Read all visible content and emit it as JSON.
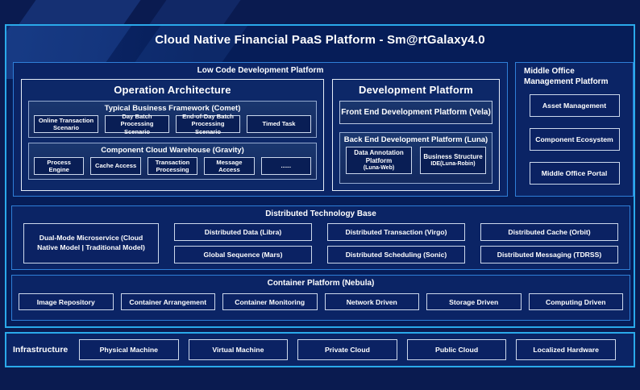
{
  "title": "Cloud Native Financial PaaS Platform - Sm@rtGalaxy4.0",
  "colors": {
    "accent_cyan": "#2aa9ea",
    "section_border_blue": "#2f7fd8",
    "panel_navy": "#061d58",
    "leaf_navy": "#091e55",
    "text": "#ffffff"
  },
  "lowcode": {
    "label": "Low Code Development Platform",
    "operation": {
      "title": "Operation Architecture",
      "tbf": {
        "label": "Typical Business Framework (Comet)",
        "items": [
          {
            "label": "Online Transaction Scenario"
          },
          {
            "label": "Day Batch Processing Scenario"
          },
          {
            "label": "End-of-Day Batch Processing Scenario"
          },
          {
            "label": "Timed Task"
          }
        ]
      },
      "ccw": {
        "label": "Component Cloud Warehouse (Gravity)",
        "items": [
          {
            "label": "Process Engine"
          },
          {
            "label": "Cache Access"
          },
          {
            "label": "Transaction Processing"
          },
          {
            "label": "Message Access"
          },
          {
            "label": "......"
          }
        ]
      }
    },
    "development": {
      "title": "Development Platform",
      "front_end": {
        "label": "Front End Development Platform (Vela)"
      },
      "back_end": {
        "label": "Back End Development Platform (Luna)",
        "items": [
          {
            "line1": "Data Annotation Platform",
            "line2": "(Luna-Web)"
          },
          {
            "line1": "Business Structure",
            "line2": "IDE(Luna-Robin)"
          }
        ]
      }
    }
  },
  "middle_office": {
    "label": "Middle Office Management Platform",
    "items": [
      {
        "label": "Asset Management"
      },
      {
        "label": "Component Ecosystem"
      },
      {
        "label": "Middle Office Portal"
      }
    ]
  },
  "distributed": {
    "label": "Distributed Technology Base",
    "dual_mode": {
      "label": "Dual-Mode Microservice (Cloud Native Model | Traditional Model)"
    },
    "grid": [
      {
        "label": "Distributed Data (Libra)"
      },
      {
        "label": "Global Sequence (Mars)"
      },
      {
        "label": "Distributed Transaction (Virgo)"
      },
      {
        "label": "Distributed Scheduling (Sonic)"
      },
      {
        "label": "Distributed Cache (Orbit)"
      },
      {
        "label": "Distributed Messaging (TDRSS)"
      }
    ]
  },
  "container_platform": {
    "label": "Container Platform (Nebula)",
    "items": [
      {
        "label": "Image Repository"
      },
      {
        "label": "Container Arrangement"
      },
      {
        "label": "Container Monitoring"
      },
      {
        "label": "Network Driven"
      },
      {
        "label": "Storage Driven"
      },
      {
        "label": "Computing Driven"
      }
    ]
  },
  "infrastructure": {
    "label": "Infrastructure",
    "items": [
      {
        "label": "Physical Machine"
      },
      {
        "label": "Virtual Machine"
      },
      {
        "label": "Private Cloud"
      },
      {
        "label": "Public Cloud"
      },
      {
        "label": "Localized Hardware"
      }
    ]
  }
}
